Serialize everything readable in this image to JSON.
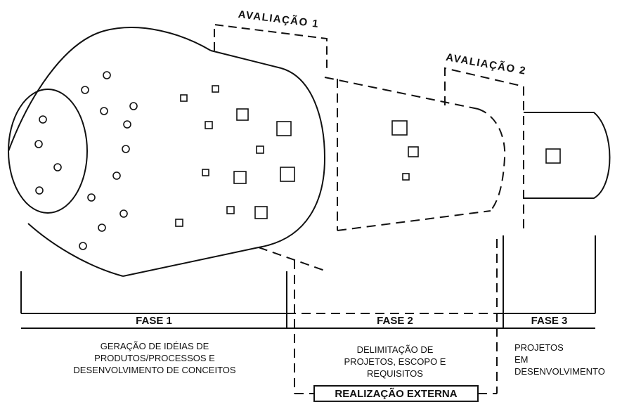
{
  "evaluations": [
    "AVALIAÇÃO 1",
    "AVALIAÇÃO 2"
  ],
  "phases": [
    {
      "title": "FASE 1",
      "description": [
        "GERAÇÃO DE IDÉIAS DE",
        "PRODUTOS/PROCESSOS E",
        "DESENVOLVIMENTO DE CONCEITOS"
      ]
    },
    {
      "title": "FASE 2",
      "description": [
        "DELIMITAÇÃO DE",
        "PROJETOS, ESCOPO E",
        "REQUISITOS"
      ]
    },
    {
      "title": "FASE 3",
      "description": [
        "PROJETOS",
        "EM",
        "DESENVOLVIMENTO"
      ]
    }
  ],
  "external": "REALIZAÇÃO EXTERNA"
}
